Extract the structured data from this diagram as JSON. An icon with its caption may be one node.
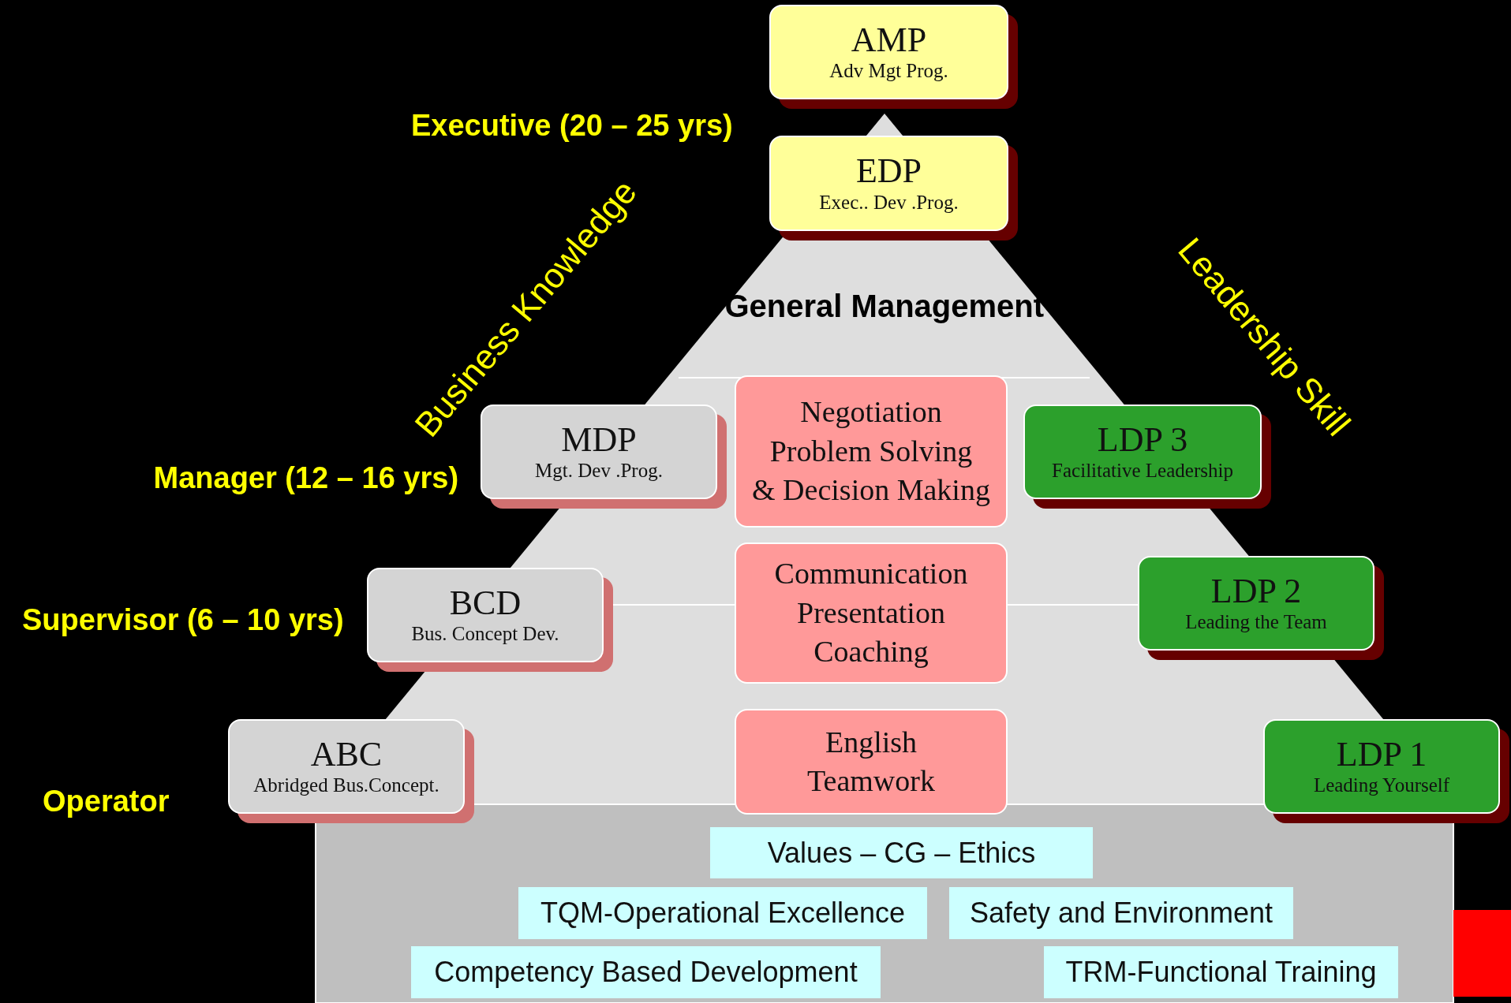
{
  "diagram": {
    "nodes": [
      {
        "text": [
          "AMP",
          "Adv Mgt Prog."
        ]
      },
      {
        "text": [
          "EDP",
          "Exec.. Dev .Prog."
        ]
      },
      {
        "text": [
          "MDP",
          "Mgt. Dev .Prog."
        ]
      },
      {
        "text": [
          "Negotiation",
          "Problem Solving",
          "& Decision Making"
        ]
      },
      {
        "text": [
          "LDP 3",
          "Facilitative Leadership"
        ]
      },
      {
        "text": [
          "BCD",
          "Bus. Concept Dev."
        ]
      },
      {
        "text": [
          "Communication",
          "Presentation",
          "Coaching"
        ]
      },
      {
        "text": [
          "LDP 2",
          "Leading the Team"
        ]
      },
      {
        "text": [
          "ABC",
          "Abridged Bus.Concept."
        ]
      },
      {
        "text": [
          "English",
          "Teamwork"
        ]
      },
      {
        "text": [
          "LDP 1",
          "Leading Yourself"
        ]
      },
      {
        "text": [
          "Values – CG – Ethics"
        ]
      },
      {
        "text": [
          "TQM-Operational Excellence"
        ]
      },
      {
        "text": [
          "Safety and Environment"
        ]
      },
      {
        "text": [
          "Competency Based Development"
        ]
      },
      {
        "text": [
          "TRM-Functional Training"
        ]
      }
    ],
    "labels": [
      "Executive (20 – 25 yrs)",
      "Business Knowledge",
      "General Management",
      "Leadership Skill",
      "Manager (12 – 16 yrs)",
      "Supervisor (6 – 10 yrs)",
      "Operator"
    ]
  }
}
